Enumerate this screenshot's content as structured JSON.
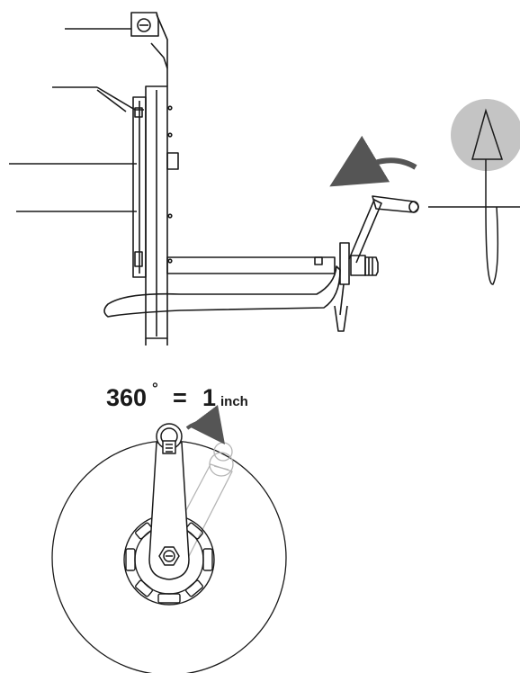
{
  "caption": {
    "angle": "360",
    "degree": "°",
    "equals": "=",
    "value": "1",
    "unit": "inch"
  },
  "colors": {
    "line": "#1a1a1a",
    "ghost": "#b5b5b5",
    "icon_fill": "#c4c4c4",
    "arrow": "#555555"
  }
}
